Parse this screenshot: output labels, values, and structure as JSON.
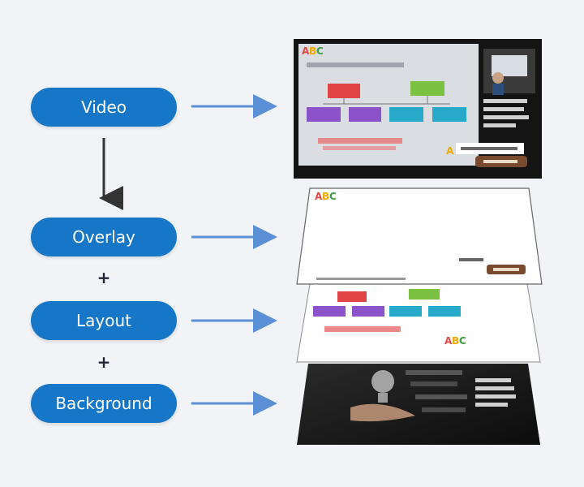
{
  "labels": {
    "video": "Video",
    "overlay": "Overlay",
    "layout": "Layout",
    "background": "Background"
  },
  "operators": {
    "plus_1": "+",
    "plus_2": "+"
  },
  "colors": {
    "pill": "#1677c9",
    "arrow": "#5b8fd6",
    "down_arrow": "#333333",
    "layer_bg": "#ffffff",
    "video_dark": "#141414",
    "box_red": "#e04444",
    "box_green": "#7cc242",
    "box_purple": "#8b52c9",
    "box_teal": "#27a9c9"
  },
  "icons": {
    "logo": "abc-logo-icon"
  }
}
